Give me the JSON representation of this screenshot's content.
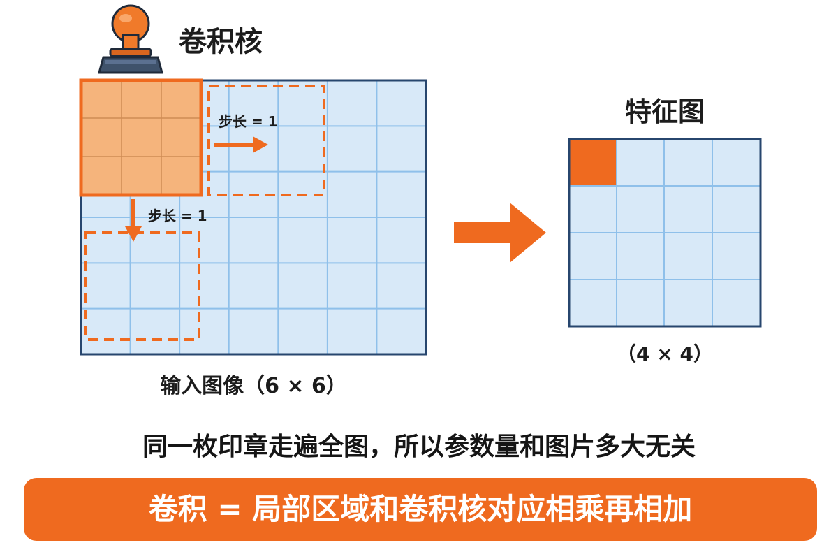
{
  "kernel_label": "卷积核",
  "feature_map_label": "特征图",
  "stride_right_label": "步长 = 1",
  "stride_down_label": "步长 = 1",
  "input_caption": "输入图像（6 × 6）",
  "output_caption": "（4 × 4）",
  "summary_text": "同一枚印章走遍全图，所以参数量和图片多大无关",
  "formula_text": "卷积 = 局部区域和卷积核对应相乘再相加",
  "icons": {
    "stamp": "stamp-icon",
    "flow_arrow": "arrow-right-icon",
    "stride_right_arrow": "arrow-right-icon",
    "stride_down_arrow": "arrow-down-icon"
  },
  "colors": {
    "accent_orange": "#ef6a1f",
    "kernel_fill": "#f5b47c",
    "grid_fill": "#d8e9f8",
    "grid_line": "#8fc0ea",
    "grid_border": "#27466e",
    "stamp_handle": "#f07a2a",
    "stamp_base": "#3f526b",
    "text_dark": "#1c1c1c"
  }
}
